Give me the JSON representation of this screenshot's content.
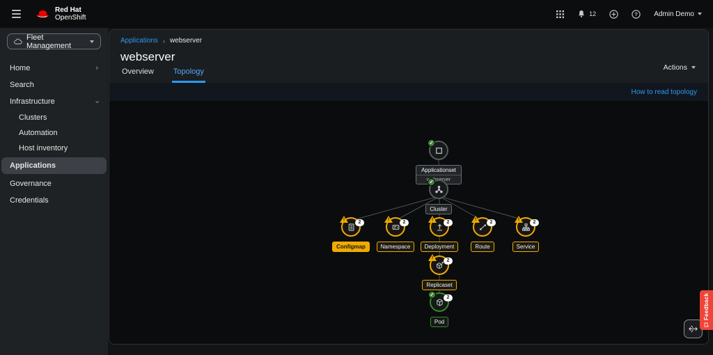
{
  "masthead": {
    "brand_line1": "Red Hat",
    "brand_line2": "OpenShift",
    "notification_count": "12",
    "user_menu_label": "Admin Demo"
  },
  "sidebar": {
    "perspective_label": "Fleet Management",
    "items": [
      {
        "label": "Home"
      },
      {
        "label": "Search"
      },
      {
        "label": "Infrastructure"
      },
      {
        "label": "Clusters"
      },
      {
        "label": "Automation"
      },
      {
        "label": "Host inventory"
      },
      {
        "label": "Applications"
      },
      {
        "label": "Governance"
      },
      {
        "label": "Credentials"
      }
    ]
  },
  "page": {
    "breadcrumb_parent": "Applications",
    "breadcrumb_current": "webserver",
    "title": "webserver",
    "actions_label": "Actions",
    "tab_overview": "Overview",
    "tab_topology": "Topology",
    "help_link": "How to read topology"
  },
  "topology": {
    "nodes": [
      {
        "type": "applicationset",
        "label": "Applicationset",
        "sublabel": "webserver",
        "status": "success"
      },
      {
        "type": "cluster",
        "label": "Cluster",
        "status": "success"
      },
      {
        "type": "configmap",
        "label": "Configmap",
        "status": "warning",
        "count": "2",
        "selected": true
      },
      {
        "type": "namespace",
        "label": "Namespace",
        "status": "warning",
        "count": "2"
      },
      {
        "type": "deployment",
        "label": "Deployment",
        "status": "warning",
        "count": "2"
      },
      {
        "type": "route",
        "label": "Route",
        "status": "warning",
        "count": "2"
      },
      {
        "type": "service",
        "label": "Service",
        "status": "warning",
        "count": "2"
      },
      {
        "type": "replicaset",
        "label": "Replicaset",
        "status": "warning",
        "count": "2"
      },
      {
        "type": "pod",
        "label": "Pod",
        "status": "success",
        "count": "2"
      }
    ]
  },
  "feedback_label": "Feedback",
  "colors": {
    "accent_blue": "#2b9af3",
    "warning_gold": "#f0ab00",
    "success_green": "#3e8635",
    "brand_red": "#ee0000",
    "feedback_red": "#ee4538"
  }
}
